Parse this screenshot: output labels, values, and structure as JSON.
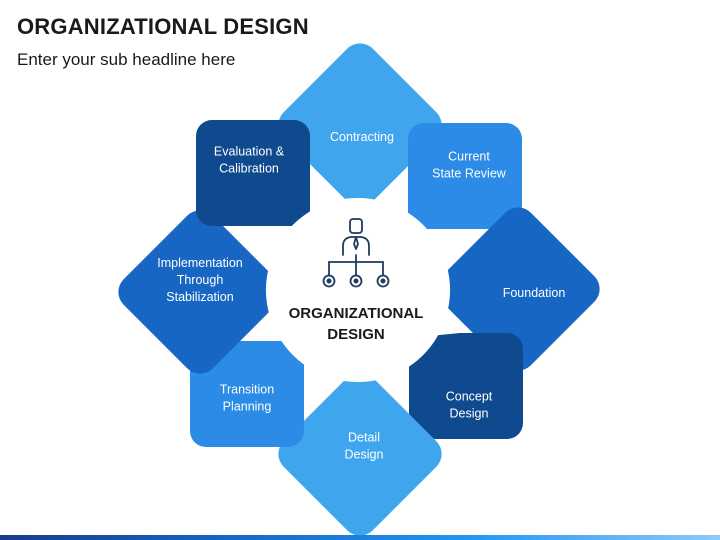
{
  "header": {
    "title": "ORGANIZATIONAL DESIGN",
    "subtitle": "Enter your sub headline here"
  },
  "diagram": {
    "center": {
      "icon": "org-chart-person-icon",
      "title_line1": "ORGANIZATIONAL",
      "title_line2": "DESIGN"
    },
    "steps": [
      {
        "name": "contracting",
        "lines": [
          "Contracting"
        ],
        "color": "#3fa6ee"
      },
      {
        "name": "current-state-review",
        "lines": [
          "Current",
          "State Review"
        ],
        "color": "#2b8be6"
      },
      {
        "name": "foundation",
        "lines": [
          "Foundation"
        ],
        "color": "#1766c4"
      },
      {
        "name": "concept-design",
        "lines": [
          "Concept",
          "Design"
        ],
        "color": "#0f4a8e"
      },
      {
        "name": "detail-design",
        "lines": [
          "Detail",
          "Design"
        ],
        "color": "#3fa6ee"
      },
      {
        "name": "transition-planning",
        "lines": [
          "Transition",
          "Planning"
        ],
        "color": "#2b8be6"
      },
      {
        "name": "implementation",
        "lines": [
          "Implementation",
          "Through",
          "Stabilization"
        ],
        "color": "#1766c4"
      },
      {
        "name": "evaluation",
        "lines": [
          "Evaluation &",
          "Calibration"
        ],
        "color": "#0f4a8e"
      }
    ]
  }
}
